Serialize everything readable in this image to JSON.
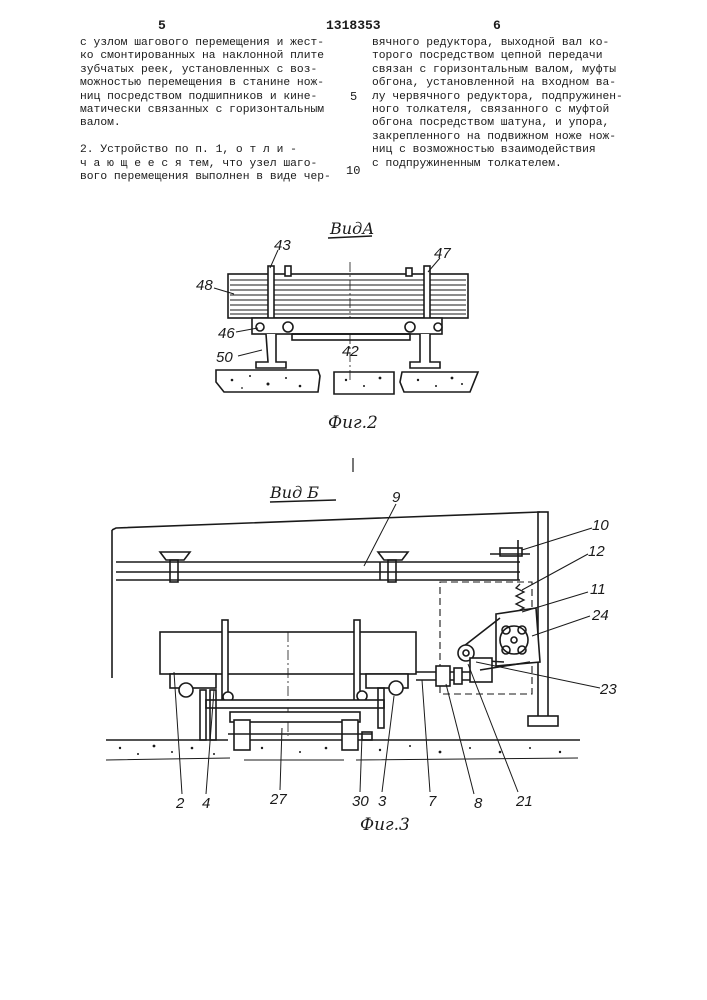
{
  "header": {
    "page_left": "5",
    "patent_number": "1318353",
    "page_right": "6"
  },
  "left_column": [
    "с узлом шагового перемещения и жест-",
    "ко смонтированных на наклонной плите",
    "зубчатых реек, установленных с воз-",
    "можностью перемещения в станине нож-",
    "ниц посредством подшипников и кине-",
    "матически связанных с горизонтальным",
    "валом.",
    "",
    "    2. Устройство по п. 1, о т л и -",
    "ч а ю щ е е с я   тем, что узел шаго-",
    "вого перемещения выполнен в виде чер-"
  ],
  "right_column": [
    "вячного редуктора, выходной вал ко-",
    "торого посредством цепной передачи",
    "связан с горизонтальным валом, муфты",
    "обгона, установленной на входном ва-",
    "лу червячного редуктора, подпружинен-",
    "ного толкателя, связанного с муфтой",
    "обгона посредством шатуна, и упора,",
    "закрепленного на подвижном ноже нож-",
    "ниц с возможностью взаимодействия",
    "с подпружиненным толкателем."
  ],
  "line_numbers": [
    "5",
    "10"
  ],
  "figure2": {
    "view_title": "ВидА",
    "caption": "Фиг.2",
    "labels": [
      "43",
      "47",
      "48",
      "46",
      "42",
      "50"
    ]
  },
  "figure3": {
    "view_title": "Вид Б",
    "caption": "Фиг.3",
    "labels_top": [
      "9",
      "10",
      "12",
      "11",
      "24",
      "23"
    ],
    "labels_bottom": [
      "2",
      "4",
      "27",
      "30",
      "3",
      "7",
      "8",
      "21"
    ]
  }
}
